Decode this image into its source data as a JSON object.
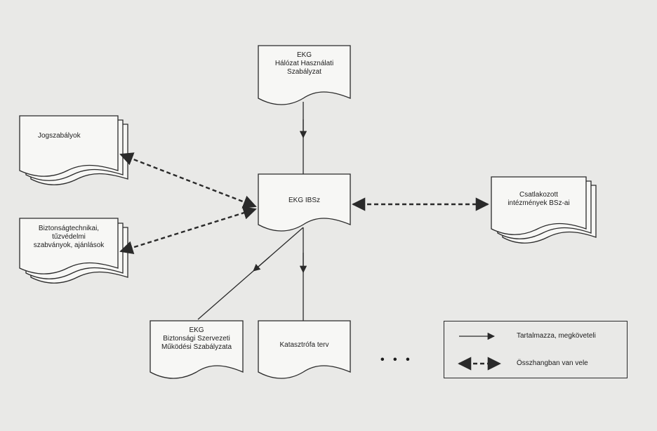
{
  "nodes": {
    "halozati": {
      "label": "EKG\nHálózat Használati\nSzabályzat"
    },
    "jogszabalyok": {
      "label": "Jogszabályok"
    },
    "biztonsag_tech": {
      "label": "Biztonságtechnikai,\ntűzvédelmi\nszabványok, ajánlások"
    },
    "ekg_ibsz": {
      "label": "EKG IBSz"
    },
    "csatlakozott": {
      "label": "Csatlakozott\nintézmények BSz-ai"
    },
    "szervezeti": {
      "label": "EKG\nBiztonsági Szervezeti\nMűködési Szabályzata"
    },
    "katasztrofa": {
      "label": "Katasztrófa terv"
    }
  },
  "continuation": "• • •",
  "legend": {
    "solid_label": "Tartalmazza, megköveteli",
    "dashed_label": "Összhangban van vele"
  },
  "colors": {
    "line": "#2a2a2a",
    "page": "#f7f7f5",
    "background": "#e9e9e7"
  }
}
